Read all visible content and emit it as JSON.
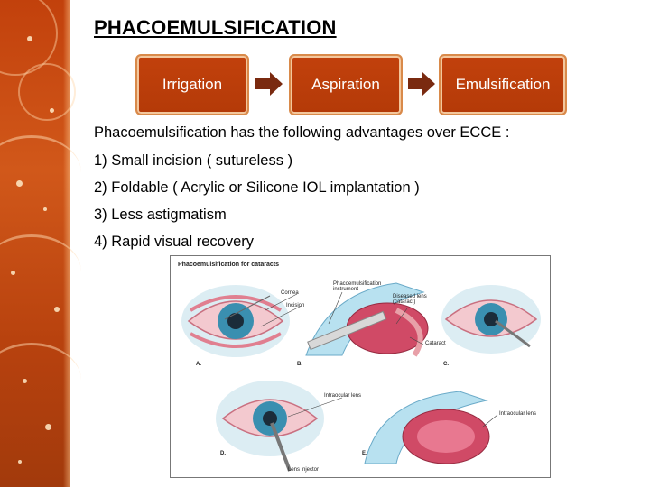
{
  "title": "PHACOEMULSIFICATION",
  "steps": [
    {
      "label": "Irrigation"
    },
    {
      "label": "Aspiration"
    },
    {
      "label": "Emulsification"
    }
  ],
  "intro": "Phacoemulsification has the following advantages over ECCE :",
  "advantages": [
    "1) Small incision ( sutureless )",
    "2) Foldable ( Acrylic or Silicone IOL implantation )",
    "3) Less astigmatism",
    "4) Rapid visual recovery"
  ],
  "figure": {
    "title": "Phacoemulsification for cataracts",
    "labels": {
      "cornea": "Cornea",
      "incision": "Incision",
      "instrument": "Phacoemulsification instrument",
      "diseased_lens": "Diseased lens (cataract)",
      "cataract": "Cataract",
      "intraocular_lens": "Intraocular lens",
      "intraocular_lens_2": "Intraocular lens",
      "lens_injector": "Lens injector"
    },
    "panels": [
      "A.",
      "B.",
      "C.",
      "D.",
      "E."
    ]
  },
  "colors": {
    "accent": "#c2410c",
    "box_border": "#d98a4a",
    "eye_pink": "#e8a0a8",
    "iris": "#3a8fb0",
    "lens_red": "#c03050",
    "cornea_blue": "#8fd0e8"
  }
}
